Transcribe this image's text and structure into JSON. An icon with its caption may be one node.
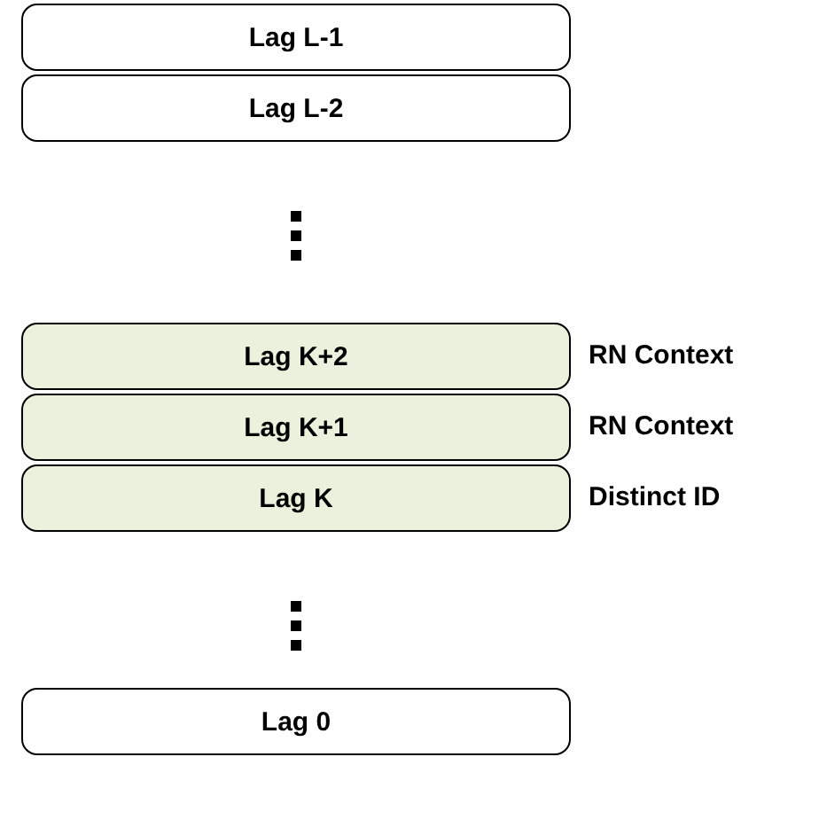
{
  "diagram": {
    "nodes": [
      {
        "text": [
          "Lag L-1"
        ]
      },
      {
        "text": [
          "Lag L-2"
        ]
      },
      {
        "text": [
          "Lag K+2"
        ],
        "beside": [
          "RN Context"
        ]
      },
      {
        "text": [
          "Lag K+1"
        ],
        "beside": [
          "RN Context"
        ]
      },
      {
        "text": [
          "Lag K"
        ],
        "beside": [
          "Distinct ID"
        ]
      },
      {
        "text": [
          "Lag 0"
        ]
      }
    ],
    "edges": []
  }
}
